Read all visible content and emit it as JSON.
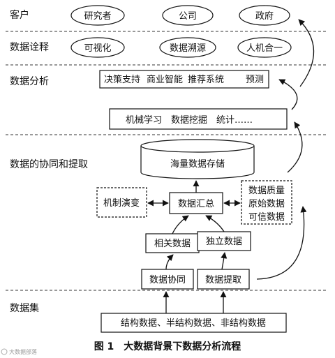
{
  "layers": {
    "customer": "客户",
    "interpretation": "数据诠释",
    "analysis": "数据分析",
    "collab_extract": "数据的协同和提取",
    "dataset": "数据集"
  },
  "customers": [
    "研究者",
    "公司",
    "政府"
  ],
  "interpretations": [
    "可视化",
    "数据溯源",
    "人机合一"
  ],
  "analysis_apps": [
    "决策支持",
    "商业智能",
    "推荐系统",
    "预测"
  ],
  "analysis_methods": "机械学习　数据挖掘　统计……",
  "storage": "海量数据存储",
  "mechanism": "机制演变",
  "aggregation": "数据汇总",
  "quality": [
    "数据质量",
    "原始数据",
    "可信数据"
  ],
  "related_data": "相关数据",
  "independent_data": "独立数据",
  "data_collaboration": "数据协同",
  "data_extraction": "数据提取",
  "data_types": "结构数据、半结构数据、非结构数据",
  "caption": "图 1　大数据背景下数据分析流程",
  "watermark": "大数据部落"
}
